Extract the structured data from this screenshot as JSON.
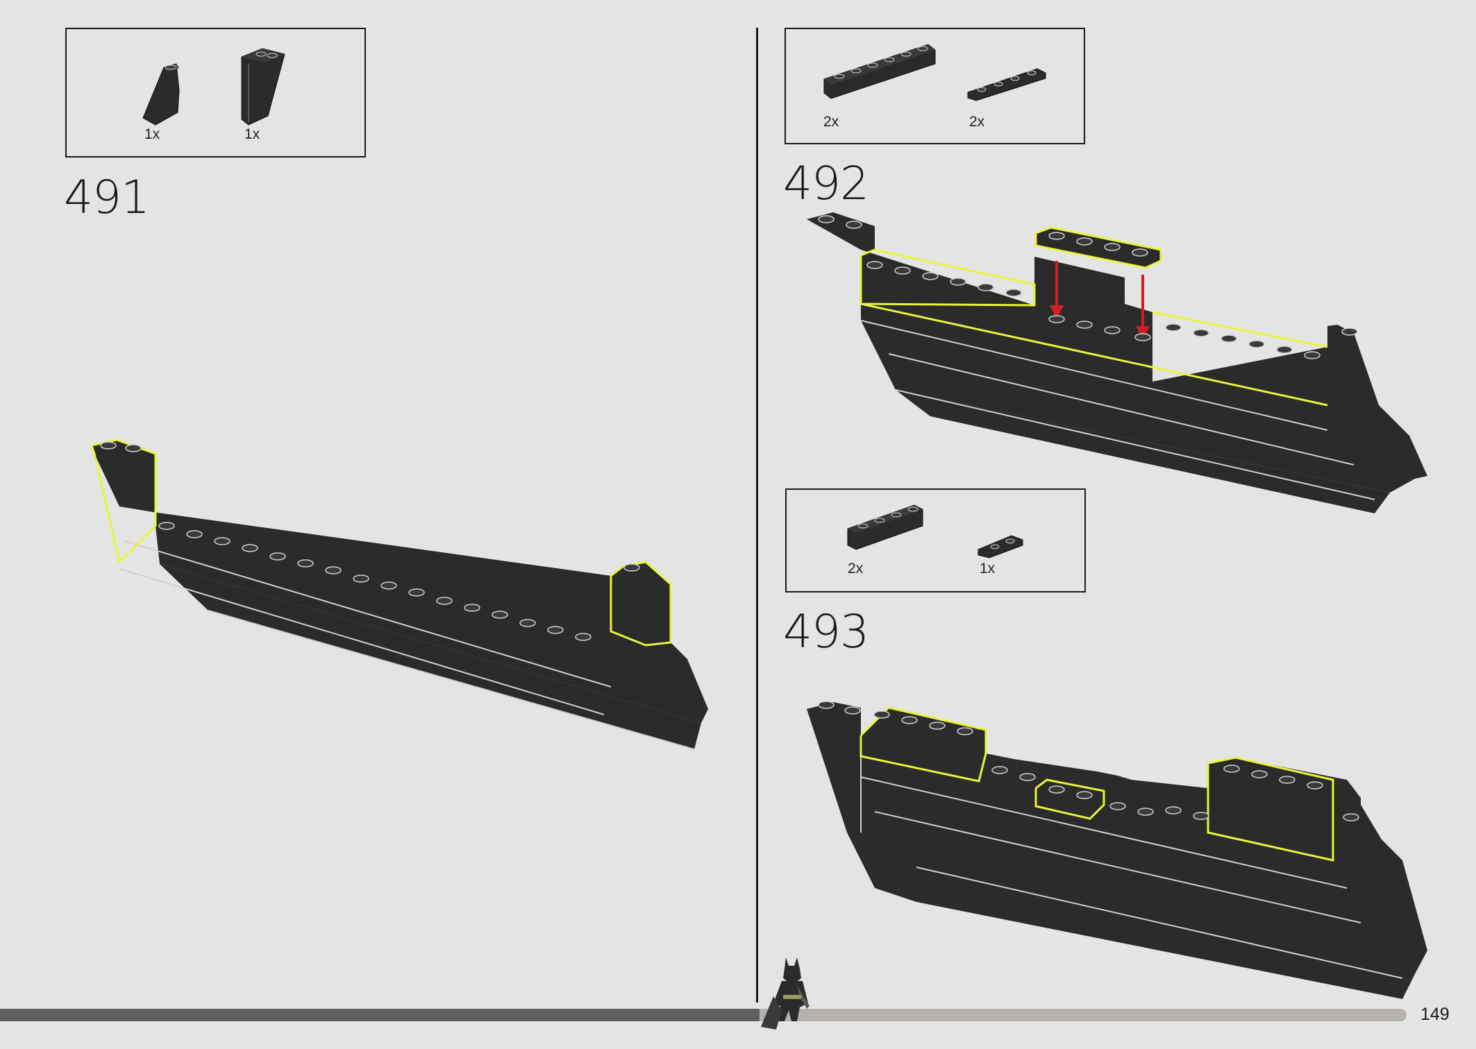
{
  "page": {
    "number": "149",
    "progress_fraction": 0.54
  },
  "steps": [
    {
      "number": "491",
      "parts": [
        {
          "icon": "slope-brick-icon",
          "qty": "1x"
        },
        {
          "icon": "tall-slope-brick-icon",
          "qty": "1x"
        }
      ]
    },
    {
      "number": "492",
      "parts": [
        {
          "icon": "brick-1x6-icon",
          "qty": "2x"
        },
        {
          "icon": "plate-1x4-icon",
          "qty": "2x"
        }
      ]
    },
    {
      "number": "493",
      "parts": [
        {
          "icon": "brick-1x4-icon",
          "qty": "2x"
        },
        {
          "icon": "plate-1x2-icon",
          "qty": "1x"
        }
      ]
    }
  ],
  "colors": {
    "brick": "#2b2b2b",
    "highlight": "#e8f53a",
    "arrow": "#d11f26",
    "background": "#e4e4e4"
  },
  "icons": {
    "figure": "batman-figure-icon"
  }
}
